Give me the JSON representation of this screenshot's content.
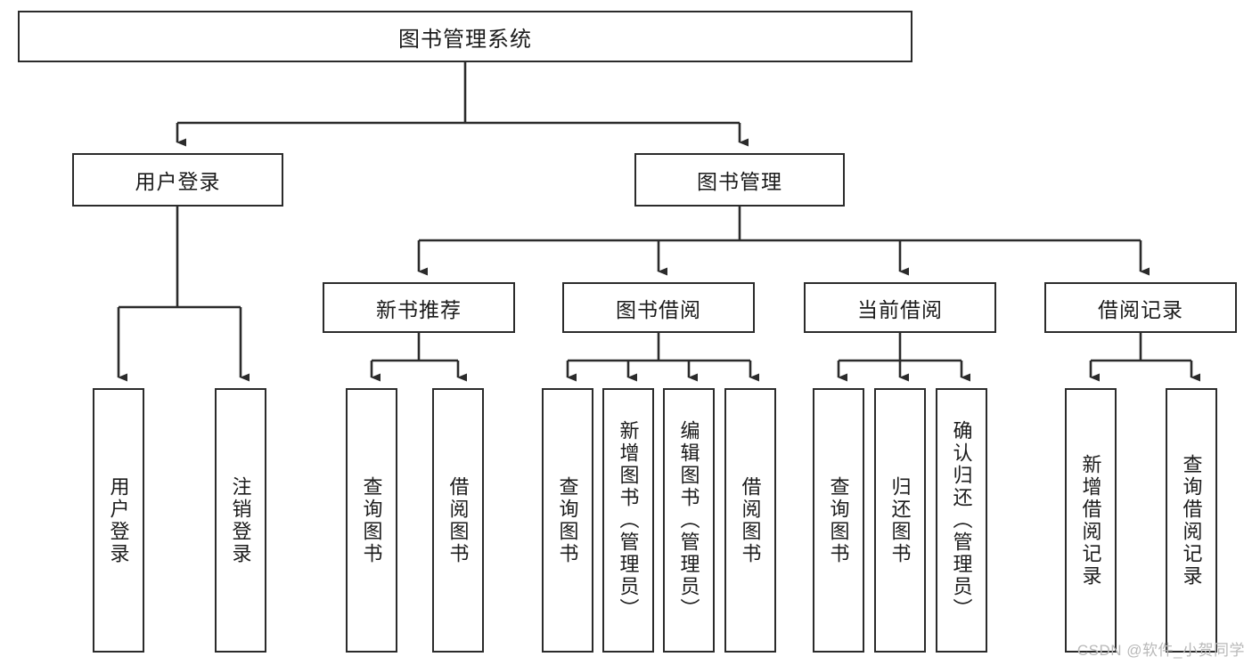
{
  "diagram": {
    "type": "tree-hierarchy",
    "title": "图书管理系统",
    "colors": {
      "box_border": "#2b2b2b",
      "box_fill": "#ffffff",
      "edge": "#2b2b2b",
      "text": "#1b1b1b",
      "watermark": "#b9b9b9",
      "background": "#ffffff"
    },
    "root": {
      "label": "图书管理系统"
    },
    "level2": [
      {
        "id": "user-login",
        "label": "用户登录"
      },
      {
        "id": "book-management",
        "label": "图书管理"
      }
    ],
    "level3": [
      {
        "id": "new-book-recommend",
        "label": "新书推荐",
        "parent": "book-management"
      },
      {
        "id": "book-borrow",
        "label": "图书借阅",
        "parent": "book-management"
      },
      {
        "id": "current-borrow",
        "label": "当前借阅",
        "parent": "book-management"
      },
      {
        "id": "borrow-record",
        "label": "借阅记录",
        "parent": "book-management"
      }
    ],
    "leaves": {
      "user-login": [
        {
          "id": "leaf-user-login",
          "label": "用户登录"
        },
        {
          "id": "leaf-user-logout",
          "label": "注销登录"
        }
      ],
      "new-book-recommend": [
        {
          "id": "leaf-query-book-1",
          "label": "查询图书"
        },
        {
          "id": "leaf-borrow-book-1",
          "label": "借阅图书"
        }
      ],
      "book-borrow": [
        {
          "id": "leaf-query-book-2",
          "label": "查询图书"
        },
        {
          "id": "leaf-add-book",
          "label": "新增图书（管理员）"
        },
        {
          "id": "leaf-edit-book",
          "label": "编辑图书（管理员）"
        },
        {
          "id": "leaf-borrow-book-2",
          "label": "借阅图书"
        }
      ],
      "current-borrow": [
        {
          "id": "leaf-query-book-3",
          "label": "查询图书"
        },
        {
          "id": "leaf-return-book",
          "label": "归还图书"
        },
        {
          "id": "leaf-confirm-return",
          "label": "确认归还（管理员）"
        }
      ],
      "borrow-record": [
        {
          "id": "leaf-add-record",
          "label": "新增借阅记录"
        },
        {
          "id": "leaf-query-record",
          "label": "查询借阅记录"
        }
      ]
    }
  },
  "watermark": {
    "text": "CSDN @软件_小贺同学"
  }
}
